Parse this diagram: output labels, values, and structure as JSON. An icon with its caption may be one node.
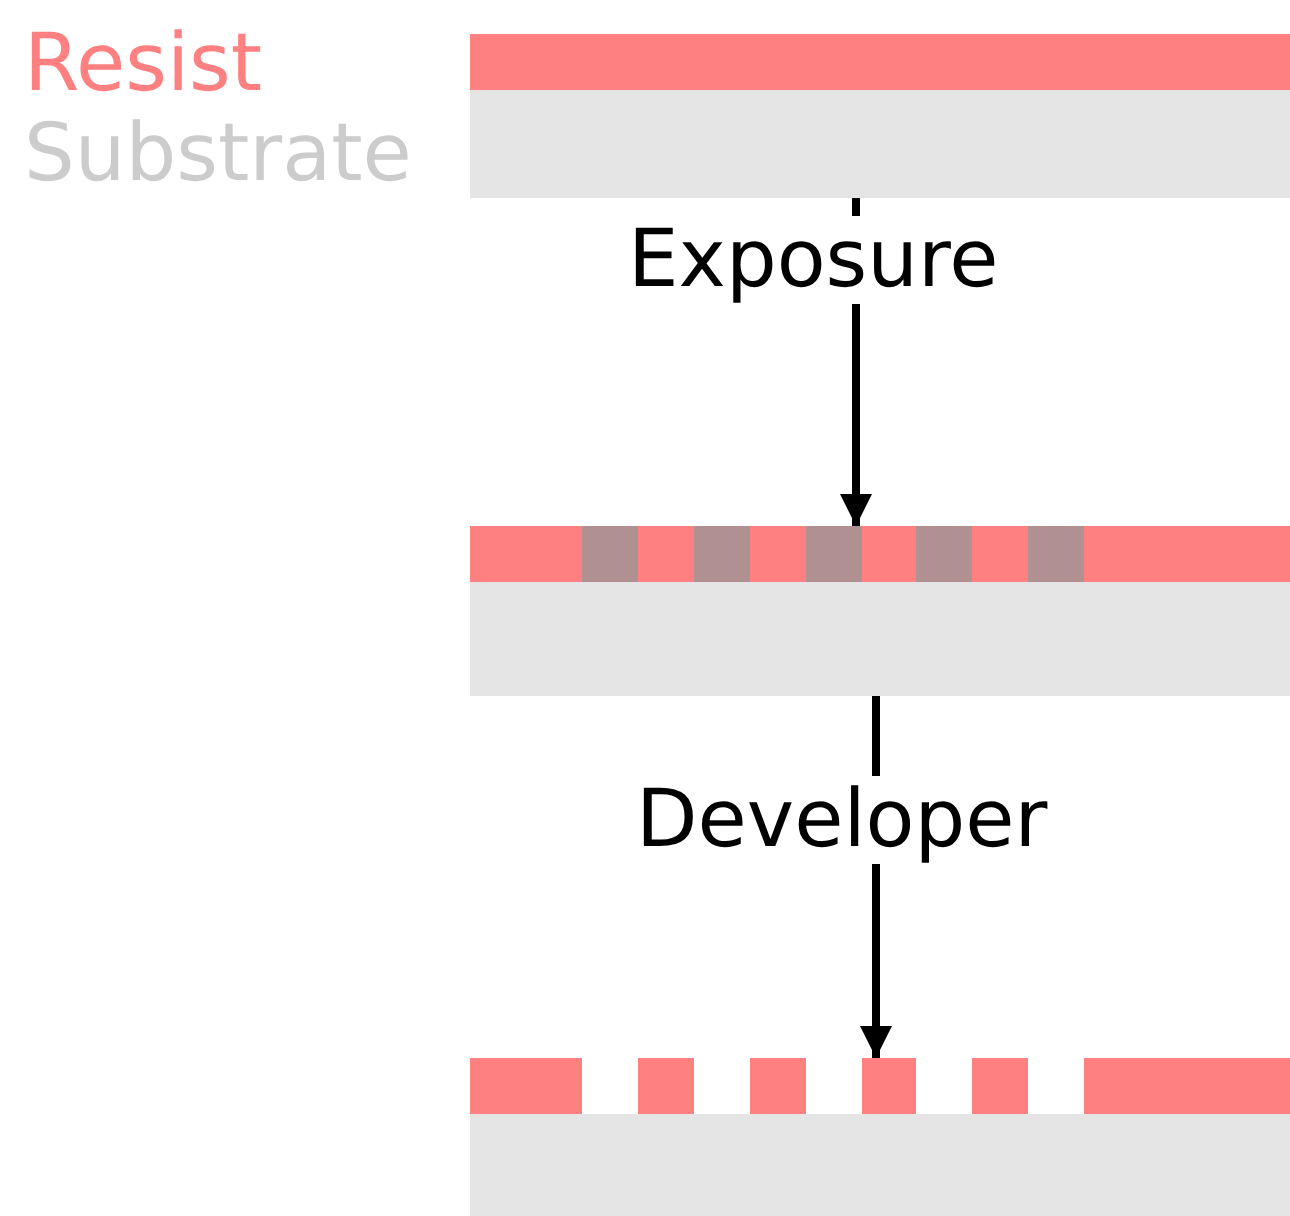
{
  "diagram": {
    "nodes": [
      {
        "text": [],
        "shape": "bar"
      },
      {
        "text": [],
        "shape": "bar"
      },
      {
        "text": [],
        "shape": "bar"
      }
    ],
    "edges": [
      {
        "from": 0,
        "to": 1,
        "arrow": "to",
        "label": "Exposure"
      },
      {
        "from": 1,
        "to": 2,
        "arrow": "to",
        "label": "Developer"
      }
    ],
    "legend": [
      {
        "text": "Resist",
        "color": "#ff8080"
      },
      {
        "text": "Substrate",
        "color": "#cccccc"
      }
    ]
  }
}
